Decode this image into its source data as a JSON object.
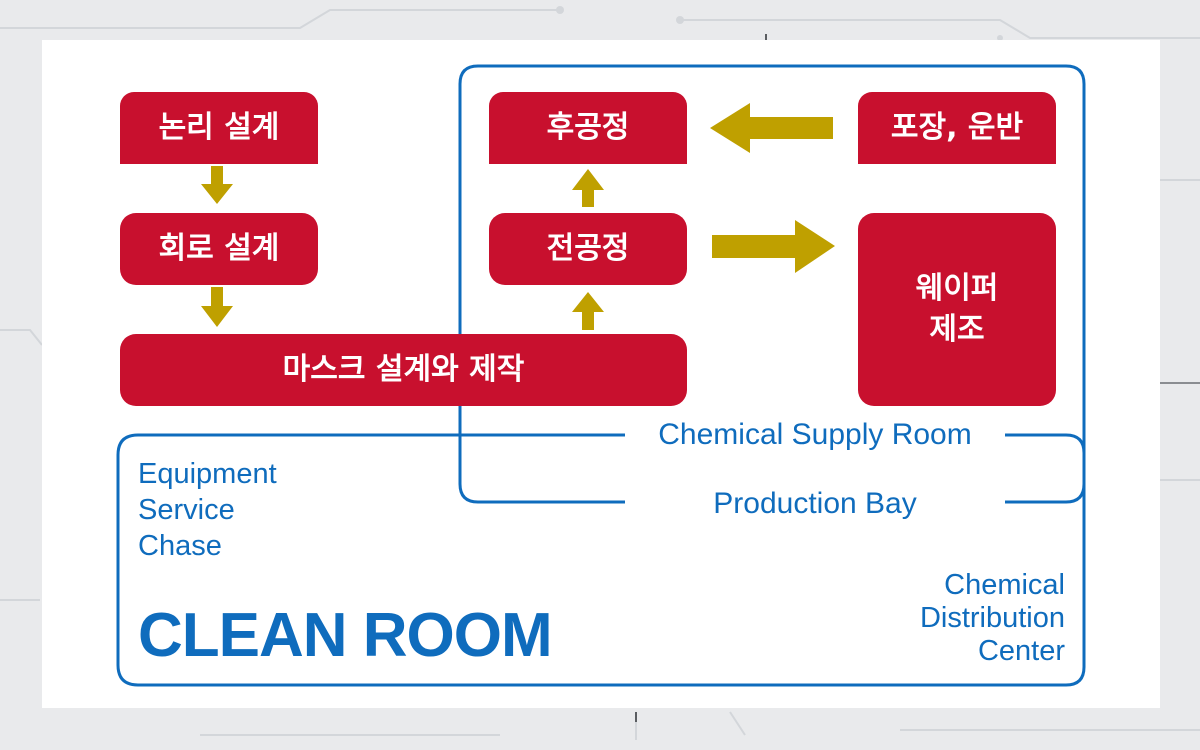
{
  "colors": {
    "box_red": "#c8102e",
    "arrow_gold": "#bfa000",
    "zone_blue": "#0f6cbd",
    "background": "#e9eaec"
  },
  "process": {
    "logic_design": "논리 설계",
    "circuit_design": "회로 설계",
    "mask_design": "마스크 설계와 제작",
    "back_end": "후공정",
    "front_end": "전공정",
    "packaging": "포장, 운반",
    "wafer": "웨이퍼\n제조"
  },
  "zones": {
    "chemical_supply_room": "Chemical Supply Room",
    "production_bay": "Production Bay",
    "equipment_service_chase": "Equipment\nService\nChase",
    "clean_room": "CLEAN ROOM",
    "chemical_distribution_center": "Chemical\nDistribution\nCenter"
  }
}
